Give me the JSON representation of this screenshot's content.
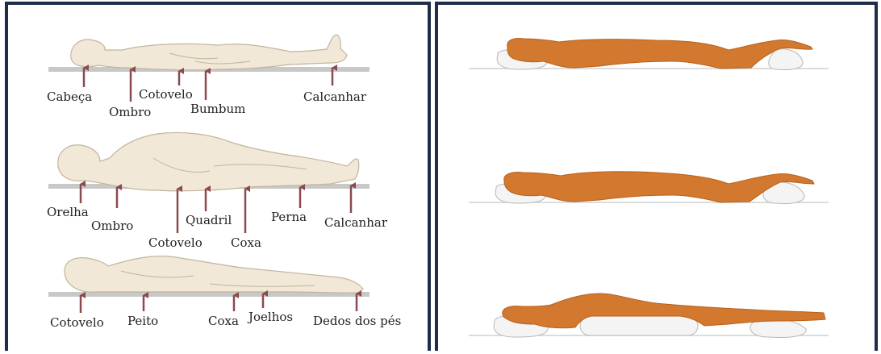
{
  "colors": {
    "frame": "#1f2d4a",
    "skin_left": "#f2e8d7",
    "skin_outline": "#c2b59c",
    "surface": "#c8c8c8",
    "arrow": "#8b4a4e",
    "skin_right": "#d2782f",
    "pillow": "#f4f4f4",
    "pillow_outline": "#b8b8b8",
    "line": "#d0d0d0"
  },
  "left_panel": {
    "supine": {
      "labels": [
        "Cabeça",
        "Ombro",
        "Cotovelo",
        "Bumbum",
        "Calcanhar"
      ]
    },
    "lateral": {
      "labels": [
        "Orelha",
        "Ombro",
        "Cotovelo",
        "Quadril",
        "Coxa",
        "Perna",
        "Calcanhar"
      ]
    },
    "prone": {
      "labels": [
        "Cotovelo",
        "Peito",
        "Coxa",
        "Joelhos",
        "Dedos dos pés"
      ]
    }
  },
  "right_panel": {
    "figures": [
      "prone-1",
      "prone-2",
      "prone-3"
    ]
  }
}
